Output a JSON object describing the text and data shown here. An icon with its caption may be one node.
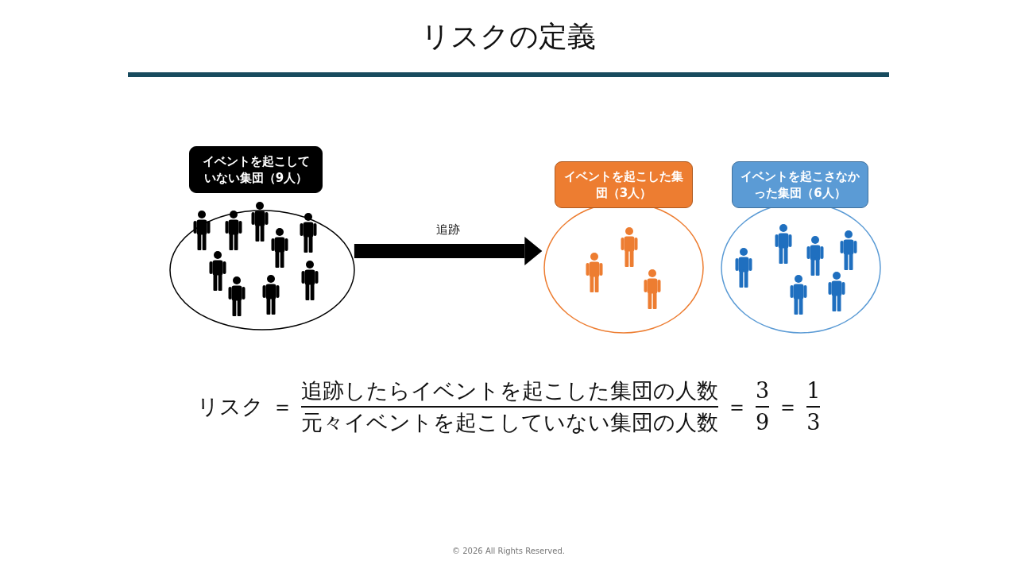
{
  "diagram": {
    "title": "リスクの定義",
    "nodes": [
      {
        "text": [
          "イベントを起こしていない集団（9人）"
        ]
      },
      {
        "text": [
          "イベントを起こした集団（3人）"
        ]
      },
      {
        "text": [
          "イベントを起こさなかった集団（6人）"
        ]
      }
    ],
    "edges": [
      {
        "from": 0,
        "to": 1,
        "arrow": "to",
        "label": "追跡"
      }
    ],
    "labels": [
      "リスク",
      "＝",
      "追跡したらイベントを起こした集団の人数",
      "元々イベントを起こしていない集団の人数",
      "＝",
      "3",
      "9",
      "＝",
      "1",
      "3",
      "© 2026 All Rights Reserved."
    ]
  }
}
